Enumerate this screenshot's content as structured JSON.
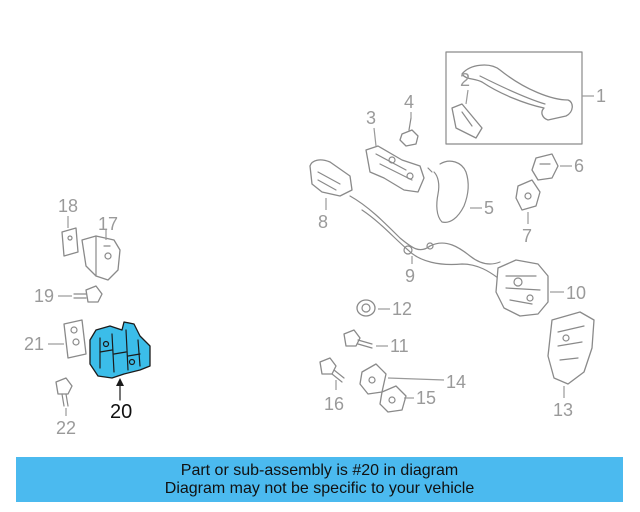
{
  "diagram": {
    "highlight_color": "#3bbde9",
    "parts": {
      "p1": "1",
      "p2": "2",
      "p3": "3",
      "p4": "4",
      "p5": "5",
      "p6": "6",
      "p7": "7",
      "p8": "8",
      "p9": "9",
      "p10": "10",
      "p11": "11",
      "p12": "12",
      "p13": "13",
      "p14": "14",
      "p15": "15",
      "p16": "16",
      "p17": "17",
      "p18": "18",
      "p19": "19",
      "p20": "20",
      "p21": "21",
      "p22": "22"
    }
  },
  "caption": {
    "line1": "Part or sub-assembly is #20 in diagram",
    "line2": "Diagram may not be specific to your vehicle",
    "background": "#4bbaef"
  }
}
